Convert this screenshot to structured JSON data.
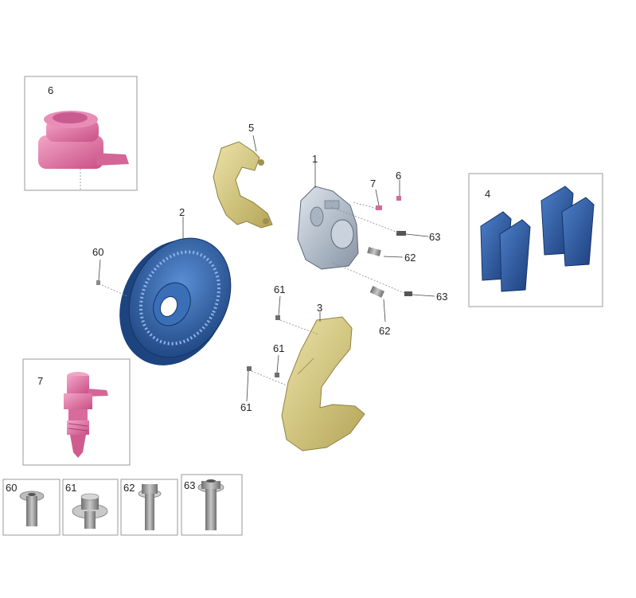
{
  "callouts": {
    "part_1": "1",
    "part_2": "2",
    "part_3": "3",
    "part_4": "4",
    "part_5": "5",
    "part_6": "6",
    "part_7": "7",
    "part_60": "60",
    "part_61": "61",
    "part_62": "62",
    "part_63": "63"
  },
  "insets": {
    "cap_6": "6",
    "valve_7": "7",
    "pads_4": "4",
    "bolt_60": "60",
    "nut_61": "61",
    "bolt_62": "62",
    "bolt_63": "63"
  },
  "colors": {
    "rotor_blue": "#2d62a8",
    "caliper_silver": "#b9c3cf",
    "bracket_gold": "#d8cf8e",
    "shield_gold": "#c9bd6d",
    "cap_pink": "#e27aa6",
    "pad_blue": "#2a57a0",
    "bolt_grey": "#9a9a9a"
  }
}
